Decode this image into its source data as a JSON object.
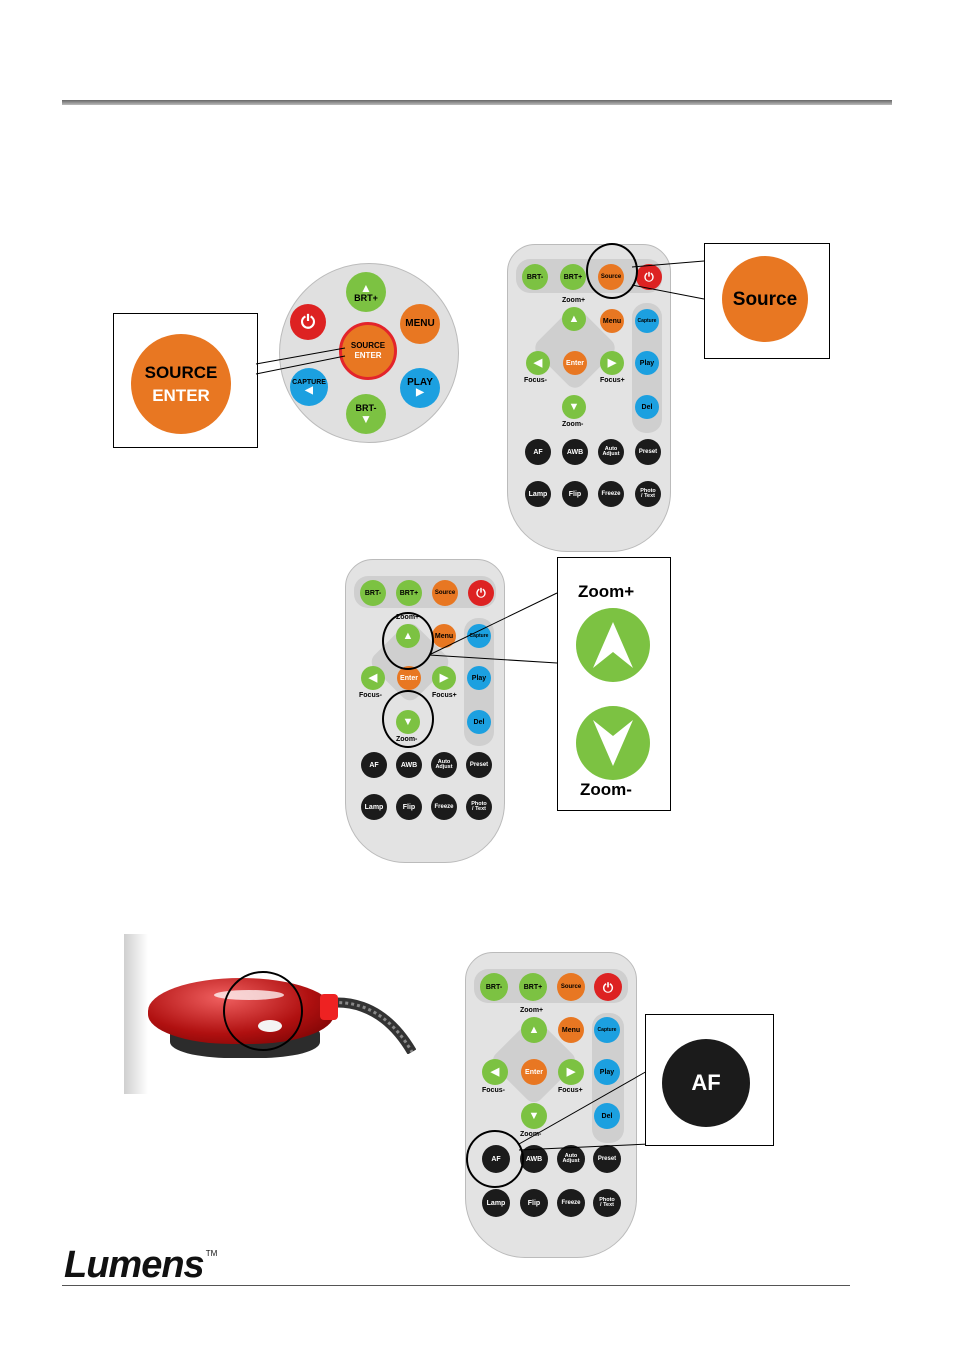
{
  "footer": {
    "brand": "Lumens",
    "trademark": "TM"
  },
  "wheel_remote": {
    "brt_plus": "BRT+",
    "brt_minus": "BRT-",
    "menu": "MENU",
    "source": "SOURCE",
    "enter": "ENTER",
    "capture": "CAPTURE",
    "play": "PLAY"
  },
  "callout_source_enter": {
    "line1": "SOURCE",
    "line2": "ENTER"
  },
  "callout_source": {
    "label": "Source"
  },
  "callout_zoom": {
    "plus": "Zoom+",
    "minus": "Zoom-"
  },
  "callout_af": {
    "label": "AF"
  },
  "remote_keys": {
    "brt_minus": "BRT-",
    "brt_plus": "BRT+",
    "source": "Source",
    "zoom_plus": "Zoom+",
    "menu": "Menu",
    "capture": "Capture",
    "enter": "Enter",
    "focus_minus": "Focus-",
    "focus_plus": "Focus+",
    "play": "Play",
    "zoom_minus": "Zoom-",
    "del": "Del",
    "af": "AF",
    "awb": "AWB",
    "auto_adjust_1": "Auto",
    "auto_adjust_2": "Adjust",
    "preset": "Preset",
    "lamp": "Lamp",
    "flip": "Flip",
    "freeze": "Freeze",
    "photo_text_1": "Photo",
    "photo_text_2": "/ Text"
  }
}
